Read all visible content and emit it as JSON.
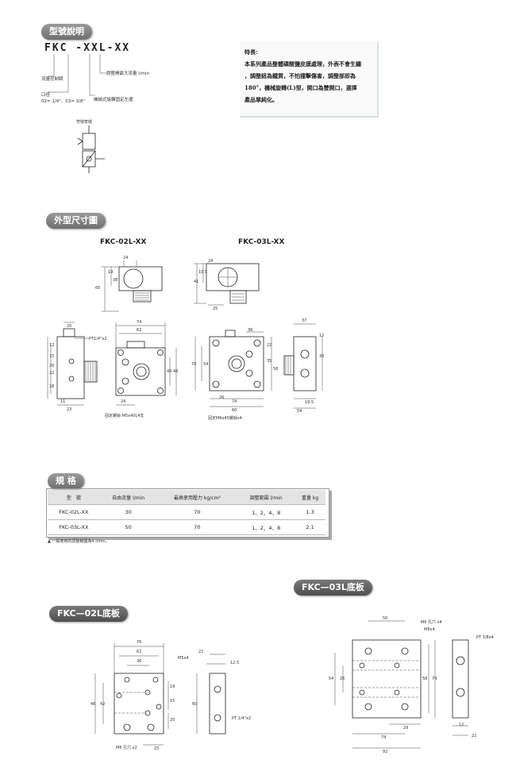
{
  "sections": {
    "model_code": "型號說明",
    "outline": "外型尺寸圖",
    "spec": "規 格",
    "base_02": "FKC—02L底板",
    "base_03": "FKC—03L底板"
  },
  "model": {
    "code": "FKC -XXL-XX",
    "label_flow": "流量控制閥",
    "label_port": "口徑",
    "label_port_sizes": "02= 1/4\"、03= 3/8\"",
    "label_mech": "機械式旋轉固定左邊",
    "label_max": "調整開最大流量 l/min",
    "symbol_label": "符號表號"
  },
  "features": {
    "title": "特長:",
    "line1": "本系列產品整體磷酸鹽皮膜處理，外表不會生鏽",
    "line2": "，調整鈕為鐵質，不怕撞擊傷害，調整部即為",
    "line3": "180°，機械旋轉(L)型，開口為雙開口，選擇",
    "line4": "產品單純化。"
  },
  "drawings": {
    "title_02": "FKC-02L-XX",
    "title_03": "FKC-03L-XX",
    "dims_02": [
      "24",
      "19",
      "38",
      "60",
      "62",
      "74",
      "46",
      "48",
      "12",
      "15",
      "26",
      "22",
      "18",
      "11",
      "23",
      "24",
      "20"
    ],
    "note_02_pt": "PT1/4\"x2",
    "note_02_bolt": "固定螺絲 M5x40L4支",
    "dims_03": [
      "24",
      "19.5",
      "41",
      "25",
      "74",
      "36",
      "22",
      "35",
      "58",
      "54",
      "70",
      "26",
      "60",
      "37",
      "12",
      "36",
      "54",
      "19.5"
    ],
    "note_03_bolt": "固定M6x45螺絲x4"
  },
  "spec_table": {
    "headers": [
      "型　號",
      "自由流量 l/min",
      "最高使用壓力 kg/cm²",
      "調整範圍 l/min",
      "重量 kg"
    ],
    "rows": [
      [
        "FKC-02L-XX",
        "30",
        "70",
        "1、2、4、8",
        "1.3"
      ],
      [
        "FKC-03L-XX",
        "50",
        "70",
        "1、2、4、8",
        "2.1"
      ]
    ],
    "note": "▲ 一般使用的調整範圍為4 l/min。"
  },
  "base02": {
    "dims": [
      "76",
      "62",
      "36",
      "22",
      "12.5",
      "46",
      "42",
      "19",
      "15",
      "20",
      "60",
      "25"
    ],
    "labels": [
      "M5x4",
      "PT 1/4\"x2",
      "M6 孔穴 x2"
    ]
  },
  "base03": {
    "dims": [
      "50",
      "54",
      "26",
      "58",
      "74",
      "29",
      "74",
      "92",
      "12",
      "22"
    ],
    "labels": [
      "M6 孔穴 x4",
      "M8x4",
      "PT 3/8x4"
    ]
  }
}
